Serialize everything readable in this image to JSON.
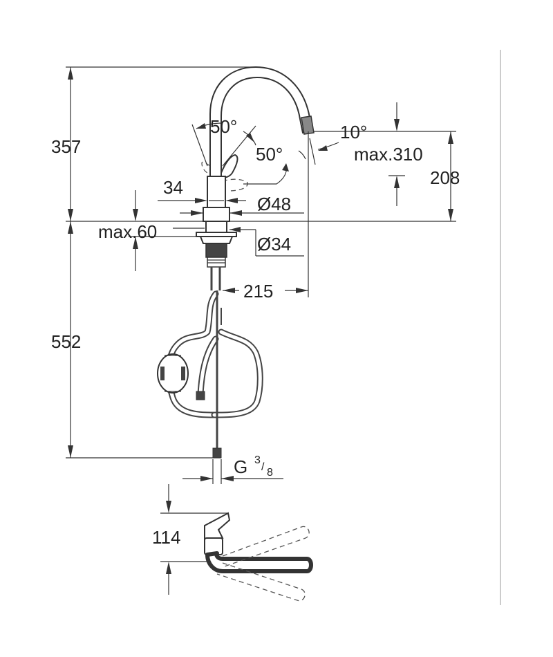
{
  "dimensions": {
    "height_upper": "357",
    "height_lower": "552",
    "spout_height": "208",
    "reach": "215",
    "spout_max": "max.310",
    "angle_lever_1": "50°",
    "angle_lever_2": "50°",
    "angle_spray": "10°",
    "lever_width": "34",
    "body_diameter": "Ø48",
    "max_thickness": "max.60",
    "hole_diameter": "Ø34",
    "connection_g": "G",
    "connection_num": "3",
    "connection_den": "8",
    "top_view_height": "114"
  },
  "colors": {
    "line": "#333333",
    "background": "#ffffff"
  }
}
